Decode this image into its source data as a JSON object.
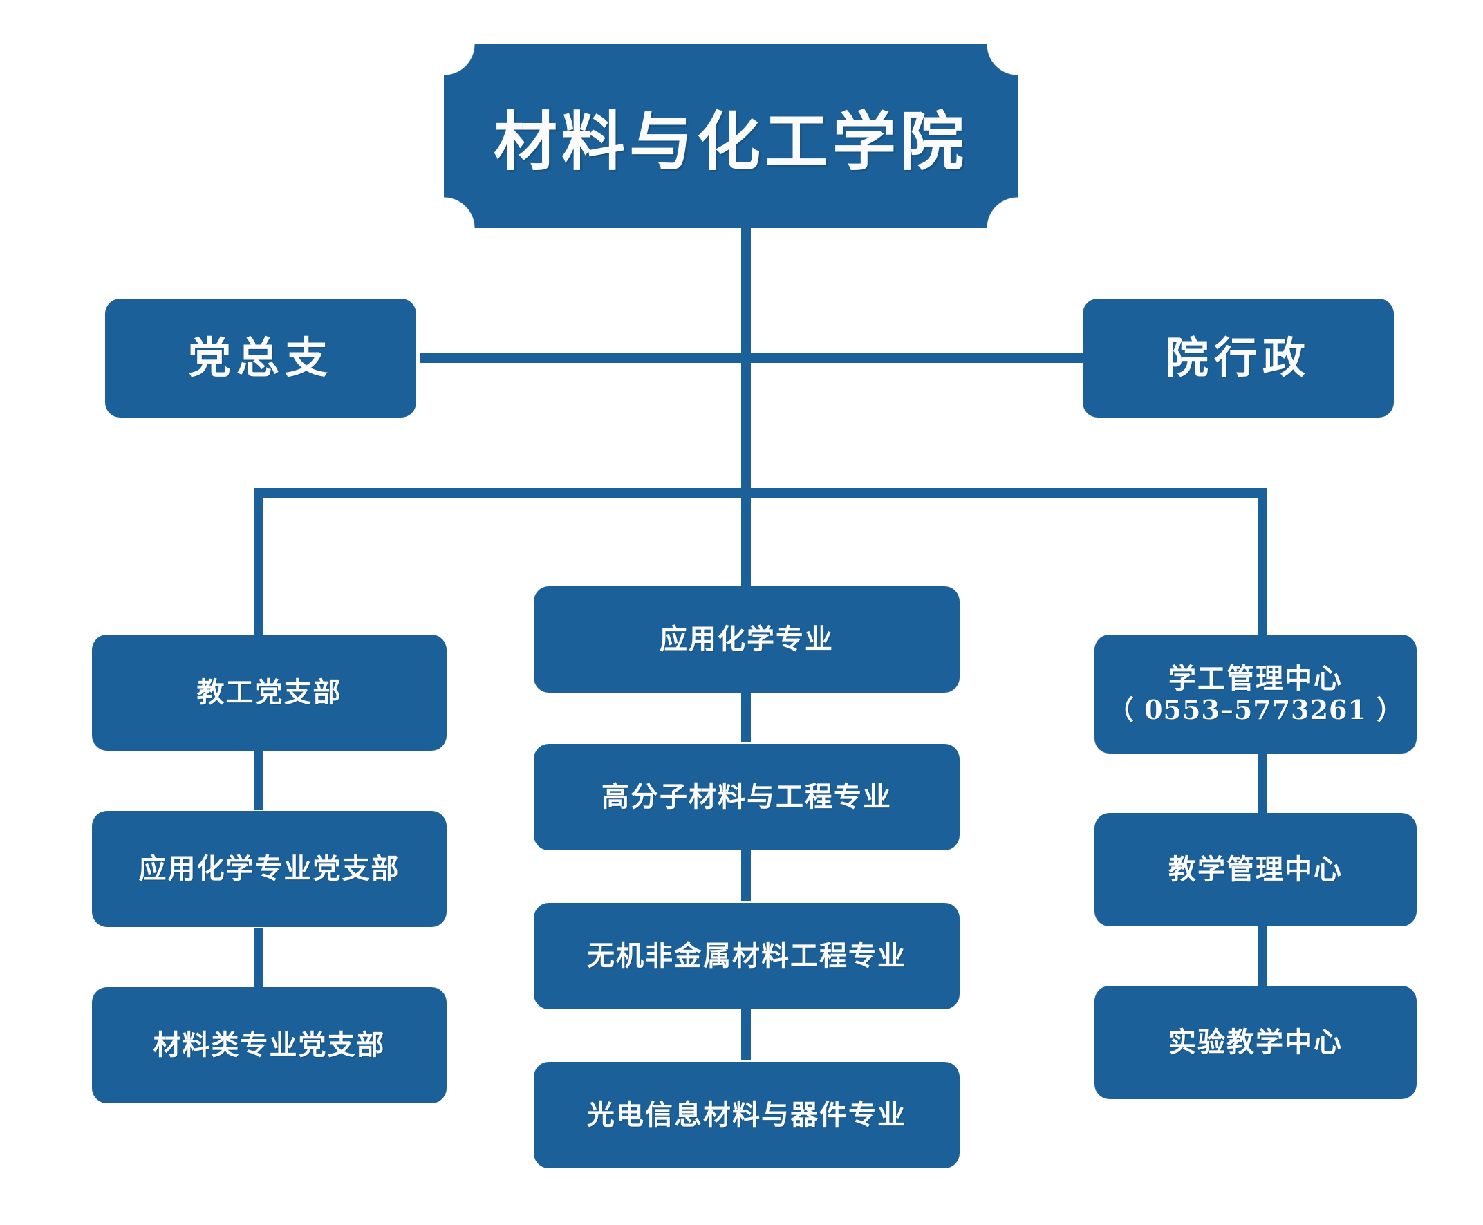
{
  "chart_type": "org-chart",
  "theme": {
    "accent": "#1b6098",
    "text": "#fbfbfb",
    "background": "#ffffff"
  },
  "root": {
    "label": "材料与化工学院"
  },
  "tier2": {
    "party": {
      "label": "党总支"
    },
    "admin": {
      "label": "院行政"
    }
  },
  "columns": {
    "party_branches": [
      {
        "label": "教工党支部"
      },
      {
        "label": "应用化学专业党支部"
      },
      {
        "label": "材料类专业党支部"
      }
    ],
    "majors": [
      {
        "label": "应用化学专业"
      },
      {
        "label": "高分子材料与工程专业"
      },
      {
        "label": "无机非金属材料工程专业"
      },
      {
        "label": "光电信息材料与器件专业"
      }
    ],
    "centers": [
      {
        "label_line1": "学工管理中心",
        "label_line2": "（ 0553–5773261 ）"
      },
      {
        "label": "教学管理中心"
      },
      {
        "label": "实验教学中心"
      }
    ]
  }
}
